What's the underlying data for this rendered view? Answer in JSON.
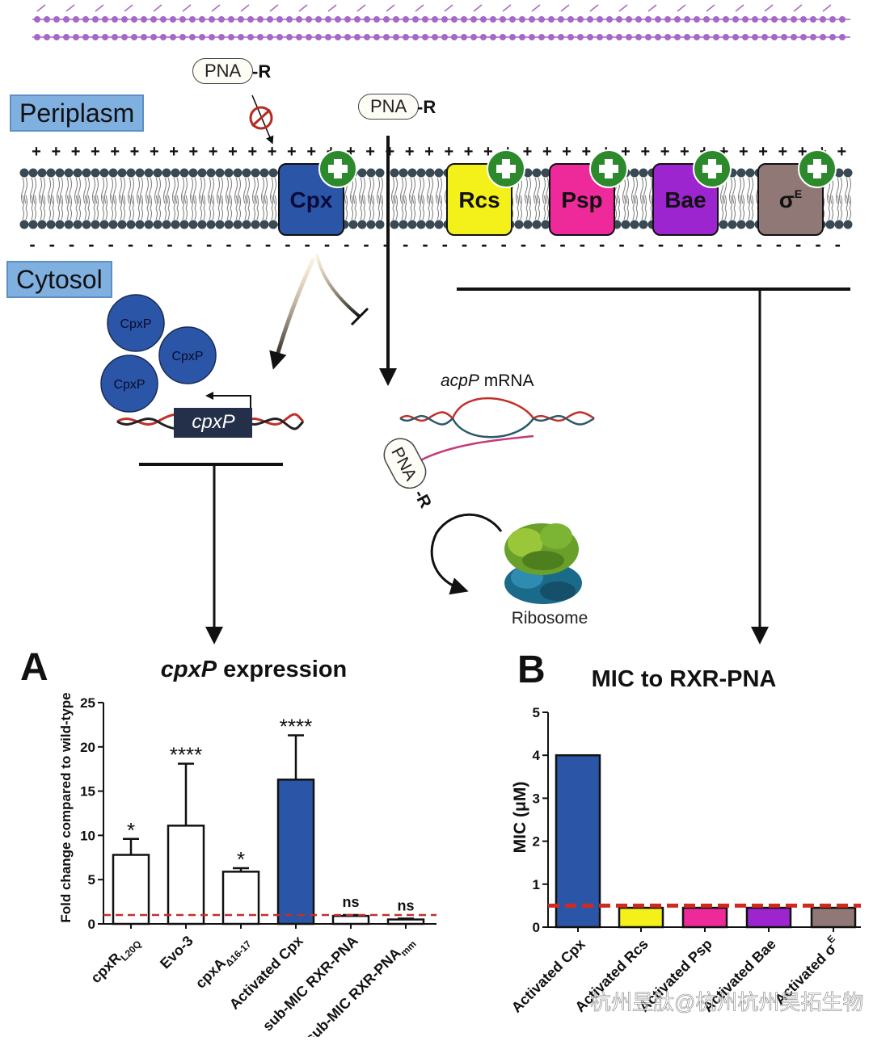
{
  "labels": {
    "periplasm": "Periplasm",
    "cytosol": "Cytosol",
    "pna_left": "PNA",
    "pna_left_r": "-R",
    "pna_mid": "PNA",
    "pna_mid_r": "-R",
    "pna_bound": "PNA",
    "pna_bound_r": "-R",
    "cpxp_protein": "CpxP",
    "cpxp_gene": "cpxP",
    "acpp_italic": "acpP",
    "acpp_mrna": " mRNA",
    "ribosome": "Ribosome"
  },
  "membrane_proteins": [
    {
      "name": "Cpx",
      "color": "#2b56a8",
      "text_color": "#0a0a3a"
    },
    {
      "name": "Rcs",
      "color": "#f4f01a",
      "text_color": "#111111"
    },
    {
      "name": "Psp",
      "color": "#ee2a9a",
      "text_color": "#111111"
    },
    {
      "name": "Bae",
      "color": "#9d25cf",
      "text_color": "#111111"
    },
    {
      "name": "σ",
      "sup": "E",
      "color": "#8f7875",
      "text_color": "#111111"
    }
  ],
  "plus_sign": "+",
  "minus_sign": "-",
  "watermark": "杭州昱肽@杭州杭州昊拓生物",
  "chart_data": [
    {
      "panel": "A",
      "type": "bar",
      "title_italic": "cpxP",
      "title_rest": " expression",
      "ylabel": "Fold change compared to wild-type",
      "ylim": [
        0,
        25
      ],
      "yticks": [
        0,
        5,
        10,
        15,
        20,
        25
      ],
      "reference_line": 1,
      "categories": [
        "cpxR",
        "Evo-3",
        "cpxA",
        "Activated Cpx",
        "sub-MIC RXR-PNA",
        "sub-MIC RXR-PNA"
      ],
      "category_subscripts": [
        "L20Q",
        "",
        "Δ16-17",
        "",
        "",
        "mm"
      ],
      "values": [
        7.8,
        11.1,
        5.9,
        16.3,
        0.9,
        0.5
      ],
      "errors": [
        1.8,
        7.0,
        0.4,
        5.0,
        0.1,
        0.1
      ],
      "fills": [
        "#ffffff",
        "#ffffff",
        "#ffffff",
        "#2b56a8",
        "#ffffff",
        "#ffffff"
      ],
      "significance": [
        "*",
        "****",
        "*",
        "****",
        "ns",
        "ns"
      ]
    },
    {
      "panel": "B",
      "type": "bar",
      "title": "MIC to RXR-PNA",
      "ylabel": "MIC (μM)",
      "ylim": [
        0,
        5
      ],
      "yticks": [
        0,
        1,
        2,
        3,
        4,
        5
      ],
      "reference_line": 0.5,
      "categories": [
        "Activated Cpx",
        "Activated Rcs",
        "Activated Psp",
        "Activated Bae",
        "Activated σ"
      ],
      "category_superscripts": [
        "",
        "",
        "",
        "",
        "E"
      ],
      "values": [
        4,
        0.45,
        0.45,
        0.45,
        0.45
      ],
      "fills": [
        "#2b56a8",
        "#f4f01a",
        "#ee2a9a",
        "#9d25cf",
        "#8f7875"
      ]
    }
  ]
}
